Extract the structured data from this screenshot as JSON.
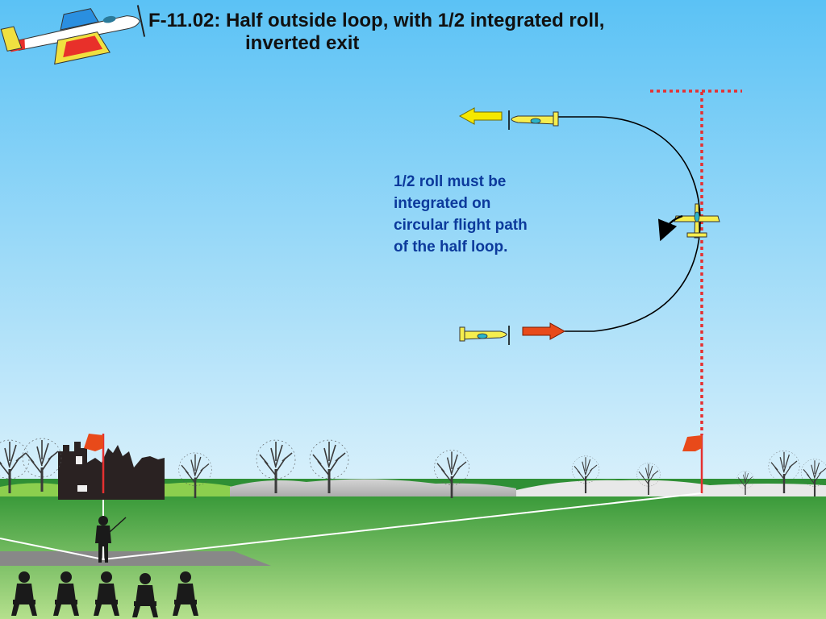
{
  "title": {
    "line1": "F-11.02: Half outside loop, with 1/2 integrated roll,",
    "line2": "inverted exit"
  },
  "note": {
    "lines": [
      "1/2 roll must be",
      "integrated on",
      "circular flight path",
      "of the half loop."
    ]
  },
  "colors": {
    "sky_top": "#5bc2f5",
    "sky_bottom": "#d8f0fb",
    "grass_dark": "#3a9a3a",
    "grass_light": "#b5e08d",
    "aerobatic_line": "#e53030",
    "entry_arrow": "#e84a1a",
    "exit_arrow": "#f5e800",
    "model_body": "#f6ee4e",
    "note_text": "#0c3a9c"
  },
  "icons": {
    "logo": "aerobatic-plane-icon",
    "entry_plane": "plane-upright-icon",
    "top_plane": "plane-inverted-icon",
    "mid_plane": "plane-rolling-icon",
    "pilot": "pilot-silhouette-icon",
    "judges": "judge-silhouette-icon",
    "flag": "flag-icon",
    "castle": "castle-ruin-icon",
    "tree": "tree-icon"
  }
}
